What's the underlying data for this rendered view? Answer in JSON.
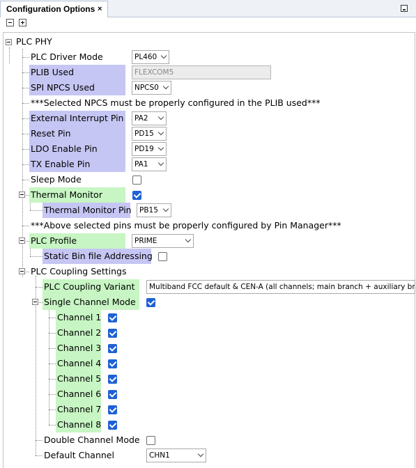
{
  "window": {
    "tab_title": "Configuration Options",
    "tab_close": "×"
  },
  "tree": {
    "plc_phy": "PLC PHY",
    "driver_mode": {
      "label": "PLC Driver Mode",
      "value": "PL460"
    },
    "plib_used": {
      "label": "PLIB Used",
      "value": "FLEXCOM5"
    },
    "spi_npcs": {
      "label": "SPI NPCS Used",
      "value": "NPCS0"
    },
    "npcs_note": "***Selected NPCS must be properly configured in the PLIB used***",
    "ext_int_pin": {
      "label": "External Interrupt Pin",
      "value": "PA2"
    },
    "reset_pin": {
      "label": "Reset Pin",
      "value": "PD15"
    },
    "ldo_pin": {
      "label": "LDO Enable Pin",
      "value": "PD19"
    },
    "tx_pin": {
      "label": "TX Enable Pin",
      "value": "PA1"
    },
    "sleep_mode": {
      "label": "Sleep Mode",
      "checked": false
    },
    "thermal_monitor": {
      "label": "Thermal Monitor",
      "checked": true
    },
    "thermal_pin": {
      "label": "Thermal Monitor Pin",
      "value": "PB15"
    },
    "pins_note": "***Above selected pins must be properly configured by Pin Manager***",
    "plc_profile": {
      "label": "PLC Profile",
      "value": "PRIME"
    },
    "static_bin": {
      "label": "Static Bin file Addressing",
      "checked": false
    },
    "coupling_settings": "PLC Coupling Settings",
    "coupling_variant": {
      "label": "PLC Coupling Variant",
      "value": "Multiband FCC default & CEN-A (all channels; main branch + auxiliary branch)"
    },
    "single_channel": {
      "label": "Single Channel Mode",
      "checked": true
    },
    "channels": [
      "Channel 1",
      "Channel 2",
      "Channel 3",
      "Channel 4",
      "Channel 5",
      "Channel 6",
      "Channel 7",
      "Channel 8"
    ],
    "double_channel": {
      "label": "Double Channel Mode",
      "checked": false
    },
    "default_channel": {
      "label": "Default Channel",
      "value": "CHN1"
    }
  }
}
